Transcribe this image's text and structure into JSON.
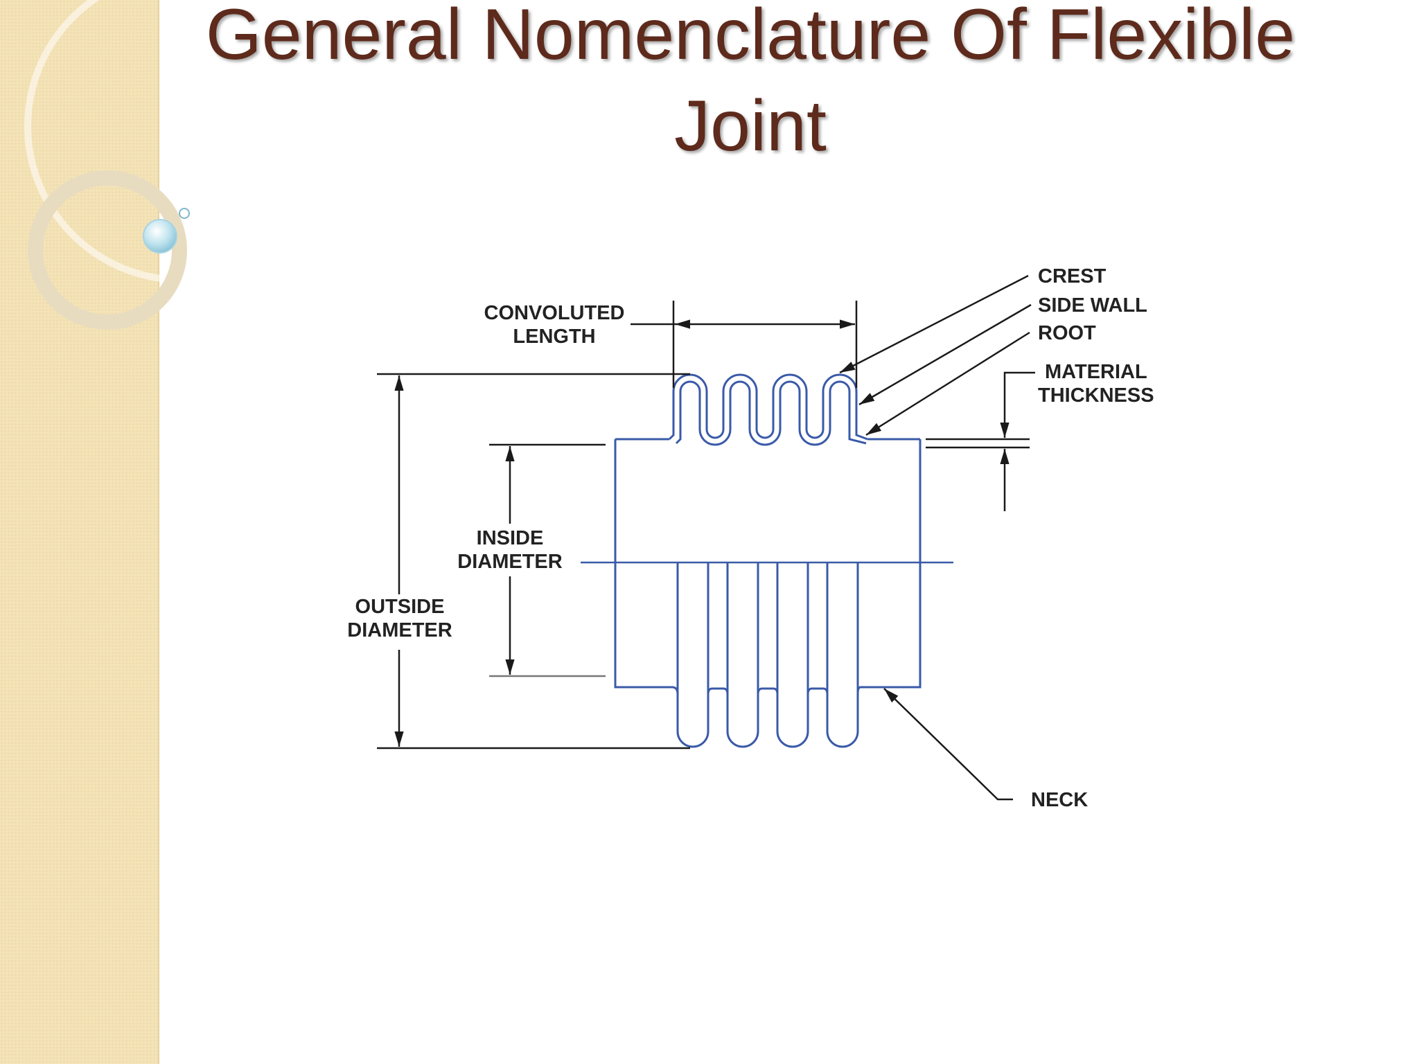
{
  "slide": {
    "title": "General Nomenclature Of Flexible Joint",
    "bullet_icon": "bubble-bullet-icon",
    "colors": {
      "title": "#5d2a1c",
      "sidebar": "#f4e3b7",
      "bellows_outline": "#3a5aa8",
      "dimension_lines": "#1a1a1a"
    }
  },
  "diagram": {
    "labels": {
      "crest": "CREST",
      "side_wall": "SIDE WALL",
      "root": "ROOT",
      "material_thickness_1": "MATERIAL",
      "material_thickness_2": "THICKNESS",
      "convoluted_length_1": "CONVOLUTED",
      "convoluted_length_2": "LENGTH",
      "inside_diameter_1": "INSIDE",
      "inside_diameter_2": "DIAMETER",
      "outside_diameter_1": "OUTSIDE",
      "outside_diameter_2": "DIAMETER",
      "neck": "NECK"
    }
  }
}
